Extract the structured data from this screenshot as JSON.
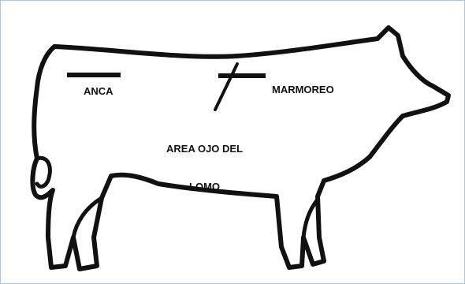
{
  "labels": {
    "anca": "ANCA",
    "marmoreo": "MARMOREO",
    "area_ojo_line1": "AREA OJO DEL",
    "area_ojo_line2": "LOMO"
  },
  "colors": {
    "outline": "#111111",
    "background": "#ffffff",
    "frame_border": "#a9c4e4"
  }
}
